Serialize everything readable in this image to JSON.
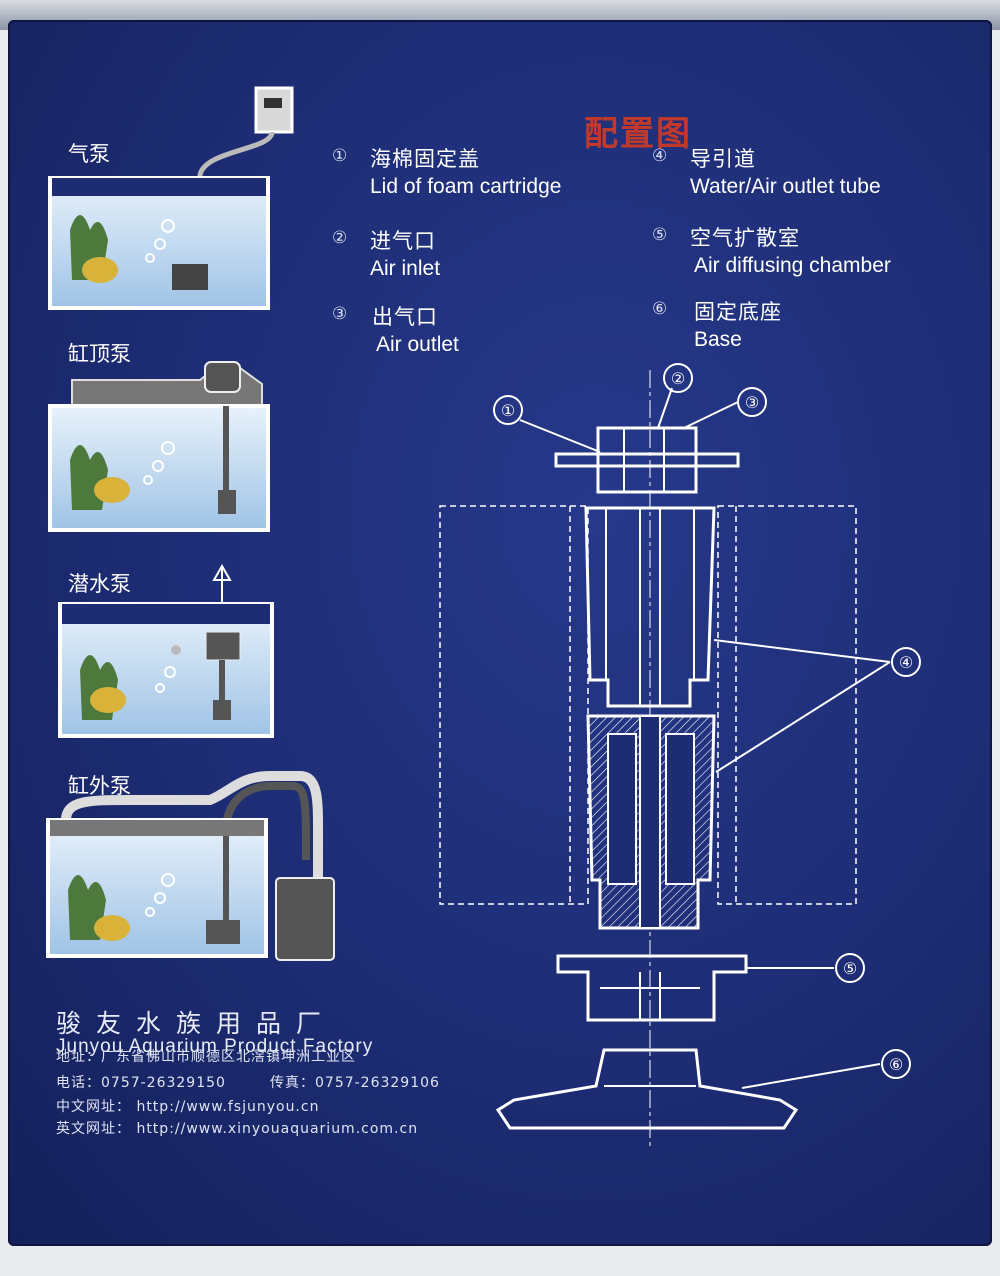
{
  "config_title": "配置图",
  "parts": [
    {
      "num": "①",
      "zh": "海棉固定盖",
      "en": "Lid of foam cartridge"
    },
    {
      "num": "②",
      "zh": "进气口",
      "en": "Air inlet"
    },
    {
      "num": "③",
      "zh": "出气口",
      "en": "Air outlet"
    },
    {
      "num": "④",
      "zh": "导引道",
      "en": "Water/Air outlet tube"
    },
    {
      "num": "⑤",
      "zh": "空气扩散室",
      "en": "Air diffusing chamber"
    },
    {
      "num": "⑥",
      "zh": "固定底座",
      "en": "Base"
    }
  ],
  "pumps": [
    {
      "label": "气泵"
    },
    {
      "label": "缸顶泵"
    },
    {
      "label": "潜水泵"
    },
    {
      "label": "缸外泵"
    }
  ],
  "callouts": [
    "①",
    "②",
    "③",
    "④",
    "⑤",
    "⑥"
  ],
  "factory": {
    "name_zh": "骏友水族用品厂",
    "name_en": "Junyou Aquarium Product Factory",
    "address": "地址：广东省佛山市顺德区北滘镇坤洲工业区",
    "phone": "电话：0757-26329150",
    "fax": "传真：0757-26329106",
    "web_cn": "中文网址：   http://www.fsjunyou.cn",
    "web_en": "英文网址：   http://www.xinyouaquarium.com.cn"
  },
  "colors": {
    "background": "#1d2c73",
    "title": "#c0392b",
    "line": "#ffffff",
    "water": "#bcd6ef"
  }
}
